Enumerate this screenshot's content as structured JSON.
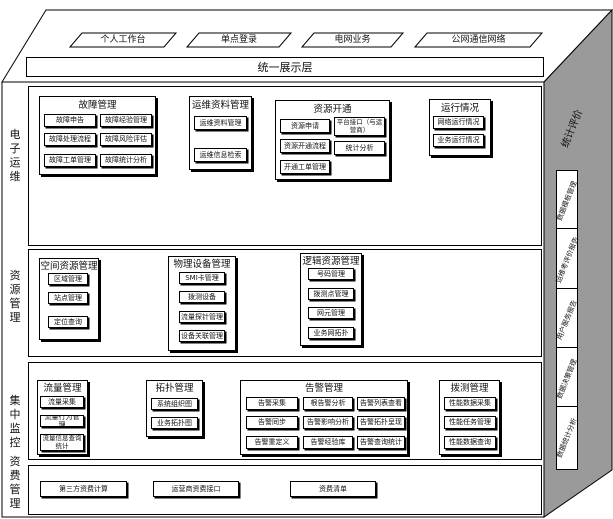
{
  "top_portals": [
    "个人工作台",
    "单点登录",
    "电网业务",
    "公网通信网络"
  ],
  "display_layer": "统一展示层",
  "left_labels": {
    "electronic_ops": [
      "电",
      "子",
      "运",
      "维"
    ],
    "resource_mgmt": [
      "资",
      "源",
      "管",
      "理"
    ],
    "central_monitor": [
      "集",
      "中",
      "监",
      "控"
    ],
    "billing_mgmt": [
      "资",
      "费",
      "管",
      "理"
    ]
  },
  "right_panel": {
    "title": "统计评价",
    "items": [
      "数据模板管理",
      "运维考评价报告",
      "用户服务报告",
      "数据决策管理",
      "数据统计分析"
    ]
  },
  "electronic_ops": {
    "fault": {
      "title": "故障管理",
      "items": [
        "故障申告",
        "故障经验管理",
        "故障处理流程",
        "故障风险评估",
        "故障工单管理",
        "故障统计分析"
      ]
    },
    "ops_data": {
      "title": "运维资料管理",
      "items": [
        "运维资料管理",
        "运维信息检索"
      ]
    },
    "provision": {
      "title": "资源开通",
      "items": [
        "资源申请",
        "平台接口（与运营商）",
        "资源开通流程",
        "统计分析",
        "开通工单管理"
      ]
    },
    "running": {
      "title": "运行情况",
      "items": [
        "网络运行情况",
        "业务运行情况"
      ]
    }
  },
  "resource_mgmt": {
    "space": {
      "title": "空间资源管理",
      "items": [
        "区域管理",
        "站点管理",
        "定位查询"
      ]
    },
    "physical": {
      "title": "物理设备管理",
      "items": [
        "SMI卡管理",
        "拨测设备",
        "流量探针管理",
        "设备关联管理"
      ]
    },
    "logical": {
      "title": "逻辑资源管理",
      "items": [
        "号码管理",
        "拨测点管理",
        "网元管理",
        "业务网拓扑"
      ]
    }
  },
  "central_monitor": {
    "traffic": {
      "title": "流量管理",
      "items": [
        "流量采集",
        "流量行为管理",
        "流量信息查询统计"
      ]
    },
    "topology": {
      "title": "拓扑管理",
      "items": [
        "系统组织图",
        "业务拓扑图"
      ]
    },
    "alarm": {
      "title": "告警管理",
      "items": [
        "告警采集",
        "根告警分析",
        "告警列表查看",
        "告警同步",
        "告警影响分析",
        "告警拓扑呈现",
        "告警重定义",
        "告警经验库",
        "告警查询统计"
      ]
    },
    "dialtest": {
      "title": "拨测管理",
      "items": [
        "性能数据采集",
        "性能任务管理",
        "性能数据查询"
      ]
    }
  },
  "billing": {
    "items": [
      "第三方资费计算",
      "运营商资费接口",
      "资费清单"
    ]
  }
}
